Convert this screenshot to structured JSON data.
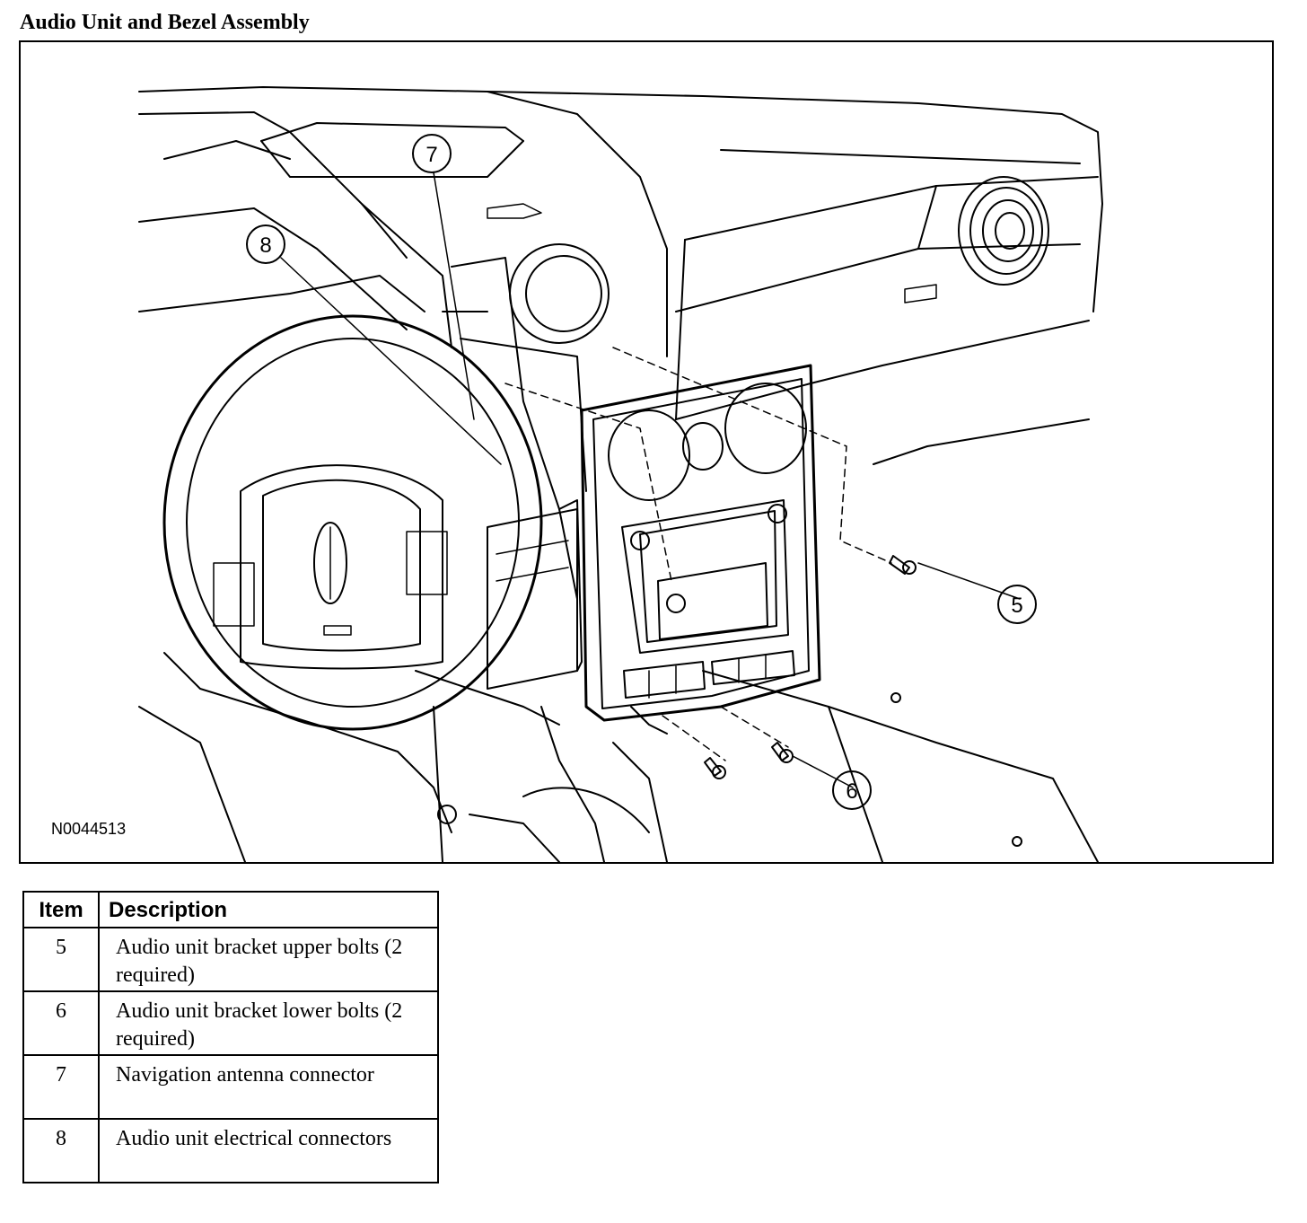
{
  "title": "Audio Unit and Bezel Assembly",
  "figure": {
    "id_label": "N0044513",
    "callouts": [
      "5",
      "6",
      "7",
      "8"
    ]
  },
  "table": {
    "headers": [
      "Item",
      "Description"
    ],
    "rows": [
      {
        "item": "5",
        "description": "Audio unit bracket upper bolts (2 required)"
      },
      {
        "item": "6",
        "description": "Audio unit bracket lower bolts (2 required)"
      },
      {
        "item": "7",
        "description": "Navigation antenna connector"
      },
      {
        "item": "8",
        "description": "Audio unit electrical connectors"
      }
    ]
  }
}
